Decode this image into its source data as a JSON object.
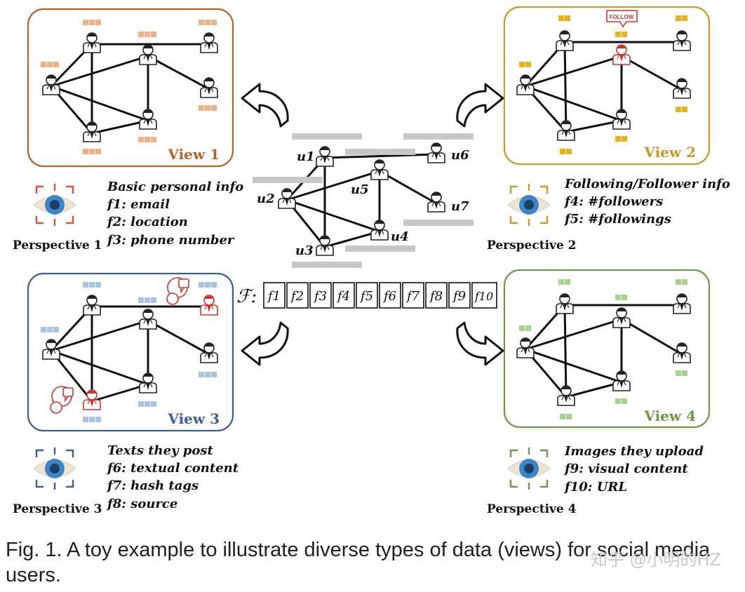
{
  "views": [
    {
      "label": "View 1",
      "color": "#b5642a",
      "feature_color": "#f2b184"
    },
    {
      "label": "View 2",
      "color": "#c99a2a",
      "feature_color": "#e8b21c"
    },
    {
      "label": "View 3",
      "color": "#3a5fa0",
      "feature_color": "#a7c4e6"
    },
    {
      "label": "View 4",
      "color": "#6b9b48",
      "feature_color": "#a7d48d"
    }
  ],
  "perspectives": [
    {
      "label": "Perspective 1",
      "title": "Basic personal info",
      "features": [
        "f1: email",
        "f2: location",
        "f3: phone number"
      ],
      "color": "#e0513a"
    },
    {
      "label": "Perspective 2",
      "title": "Following/Follower info",
      "features": [
        "f4: #followers",
        "f5: #followings"
      ],
      "color": "#c99a2a"
    },
    {
      "label": "Perspective 3",
      "title": "Texts they post",
      "features": [
        "f6: textual content",
        "f7: hash tags",
        "f8: source"
      ],
      "color": "#3a5fa0"
    },
    {
      "label": "Perspective 4",
      "title": "Images they upload",
      "features": [
        "f9: visual content",
        "f10: URL"
      ],
      "color": "#6b9b48"
    }
  ],
  "users": [
    "u1",
    "u2",
    "u3",
    "u4",
    "u5",
    "u6",
    "u7"
  ],
  "feature_set_label": "ℱ:",
  "features": [
    "f1",
    "f2",
    "f3",
    "f4",
    "f5",
    "f6",
    "f7",
    "f8",
    "f9",
    "f10"
  ],
  "follow_badge": "FOLLOW",
  "caption": "Fig. 1. A toy example to illustrate diverse types of data (views) for social media users.",
  "watermark": "知乎 @小明的HZ",
  "accent_red": "#d0342c"
}
